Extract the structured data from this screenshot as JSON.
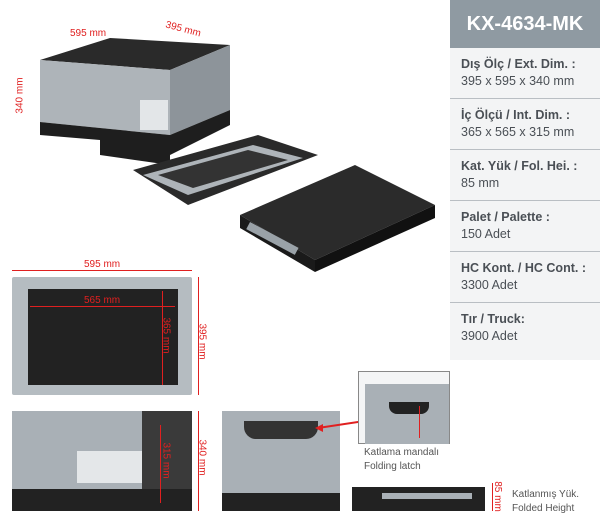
{
  "model": "KX-4634-MK",
  "specs": [
    {
      "label": "Dış Ölç / Ext. Dim. :",
      "value": "395 x 595 x 340 mm"
    },
    {
      "label": "İç Ölçü / Int. Dim.   :",
      "value": "365 x 565 x 315 mm"
    },
    {
      "label": "Kat. Yük / Fol. Hei. :",
      "value": "85 mm"
    },
    {
      "label": "Palet / Palette :",
      "value": "150 Adet"
    },
    {
      "label": "HC Kont. / HC Cont. :",
      "value": "3300 Adet"
    },
    {
      "label": "Tır / Truck:",
      "value": "3900 Adet"
    }
  ],
  "dims": {
    "iso_length": "595 mm",
    "iso_width": "395 mm",
    "iso_height": "340 mm",
    "top_length": "595 mm",
    "top_inner_length": "565 mm",
    "top_inner_width": "365 mm",
    "top_width": "395 mm",
    "side_inner_height": "315 mm",
    "side_height": "340 mm",
    "folded_height": "85 mm"
  },
  "captions": {
    "latch_tr": "Katlama mandalı",
    "latch_en": "Folding latch",
    "folded_tr": "Katlanmış Yük.",
    "folded_en": "Folded Height"
  }
}
